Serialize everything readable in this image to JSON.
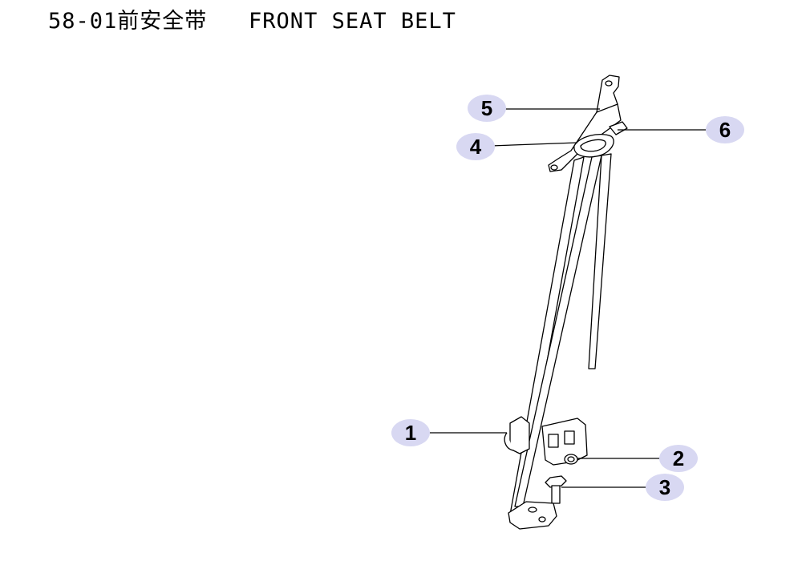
{
  "title": "58-01前安全带   FRONT SEAT BELT",
  "colors": {
    "callout_fill": "#d8d8f2",
    "line": "#000000"
  },
  "callouts": [
    {
      "label": "1"
    },
    {
      "label": "2"
    },
    {
      "label": "3"
    },
    {
      "label": "4"
    },
    {
      "label": "5"
    },
    {
      "label": "6"
    }
  ]
}
